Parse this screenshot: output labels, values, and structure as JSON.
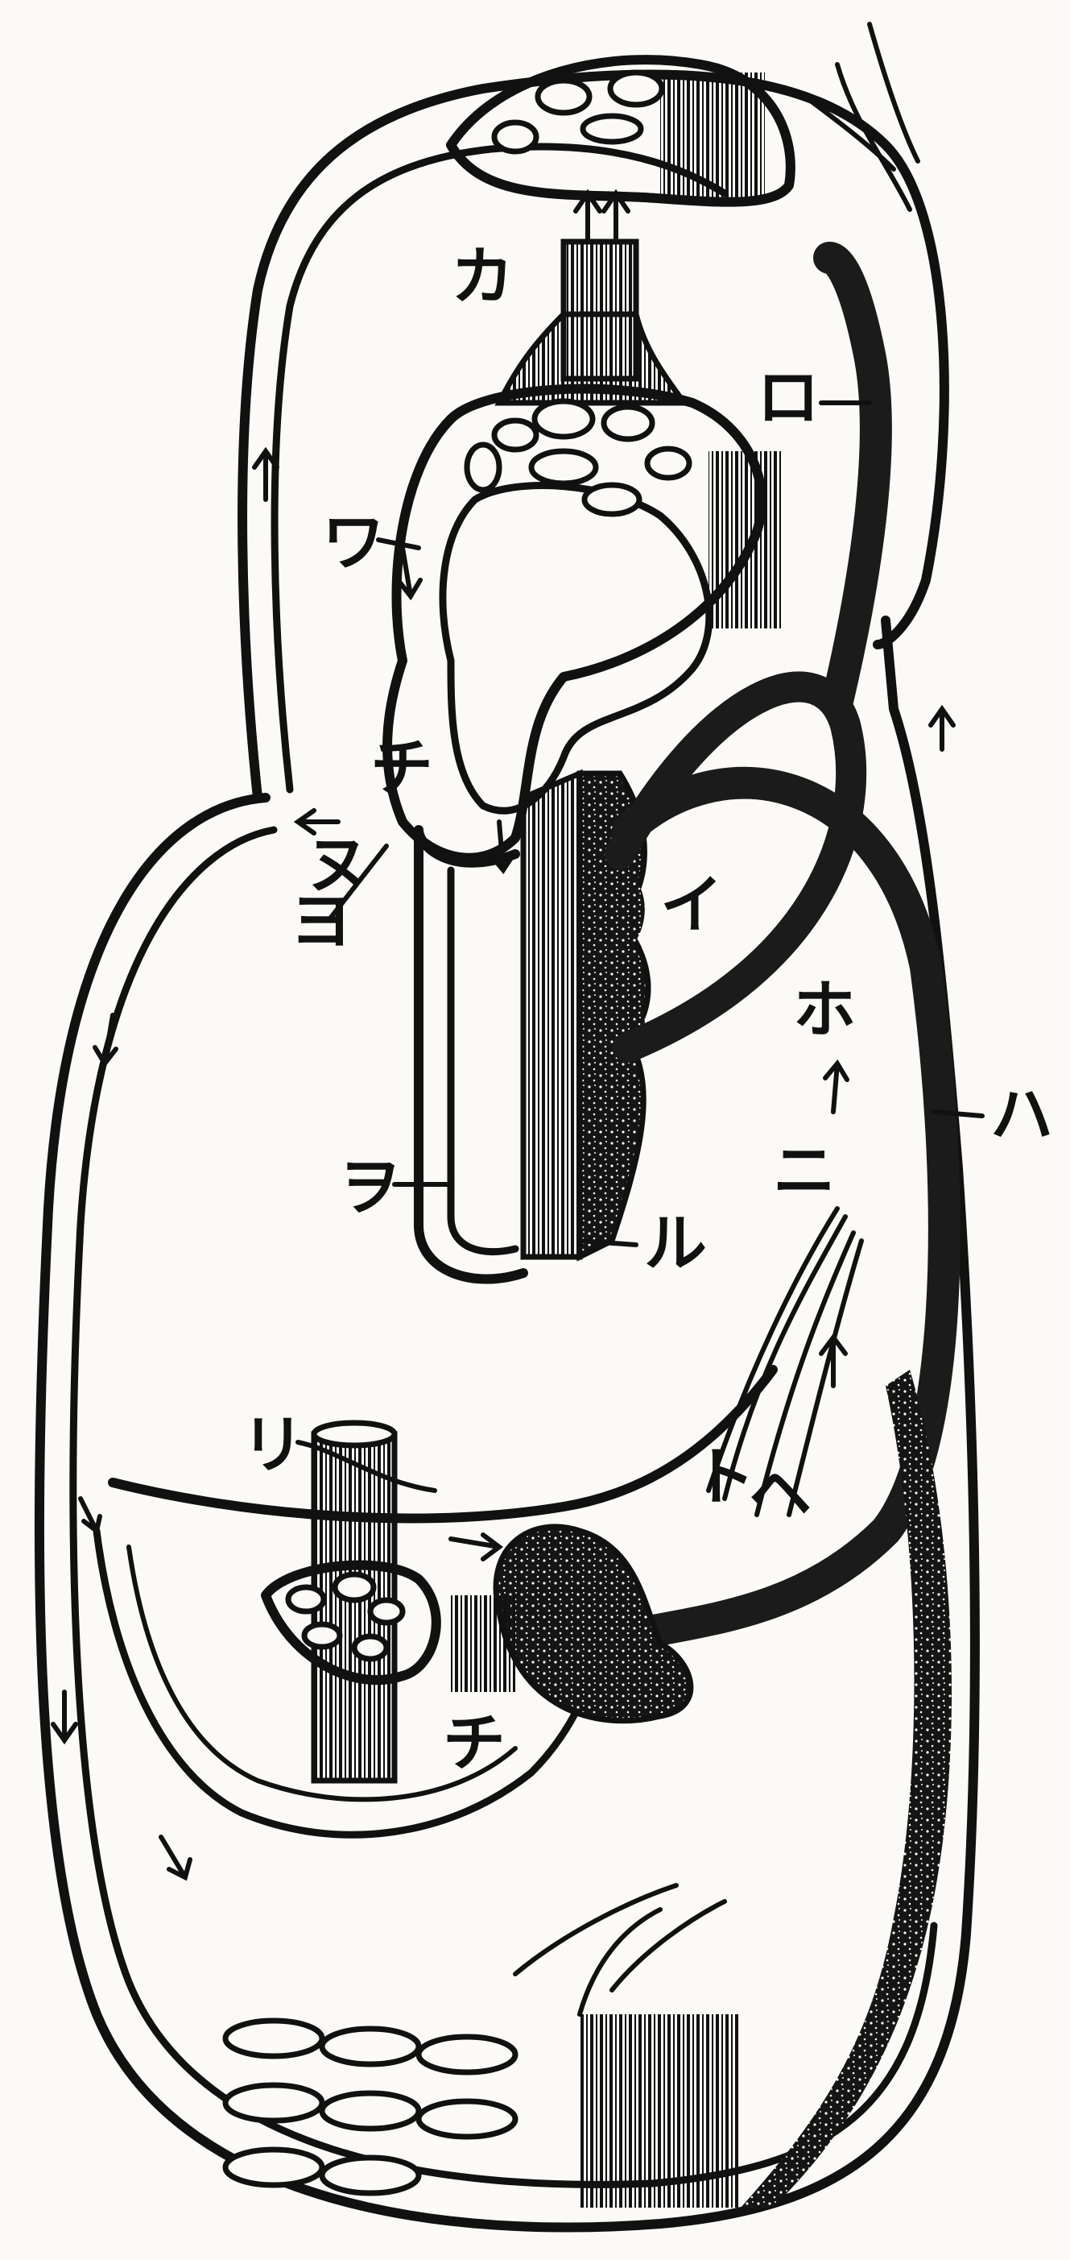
{
  "diagram": {
    "labels": {
      "i": "イ",
      "ro": "ロ",
      "ha": "ハ",
      "ni": "ニ",
      "ho": "ホ",
      "he": "ヘ",
      "to": "ト",
      "chi_upper": "チ",
      "chi_lower": "チ",
      "ri": "リ",
      "nu": "ヌ",
      "ru": "ル",
      "wo": "ヲ",
      "wa": "ワ",
      "ka": "カ",
      "yo": "ヨ"
    },
    "colors": {
      "ink": "#111111",
      "paper": "#fbfaf6"
    }
  }
}
